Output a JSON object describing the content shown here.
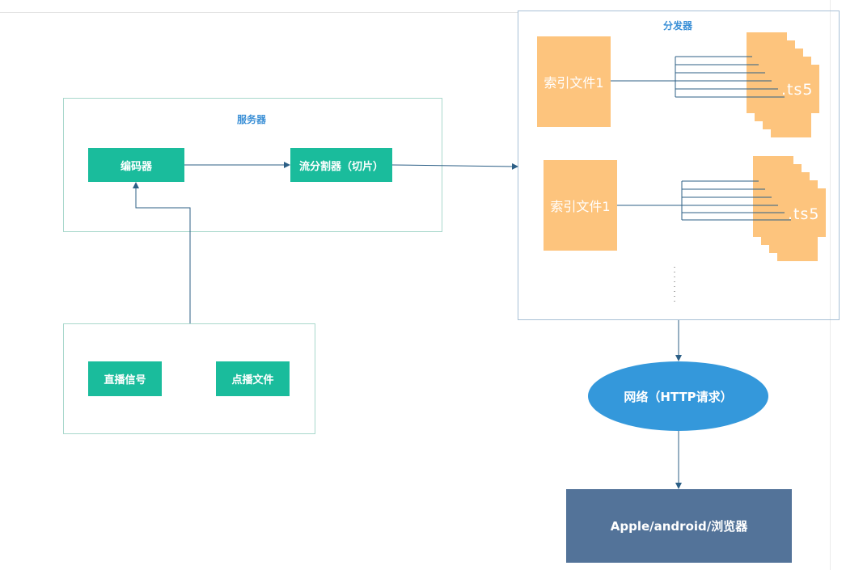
{
  "server": {
    "title": "服务器",
    "encoder": "编码器",
    "segmenter": "流分割器（切片）"
  },
  "sources": {
    "live": "直播信号",
    "vod": "点播文件"
  },
  "distributor": {
    "title": "分发器",
    "index_file_1": "索引文件1",
    "index_file_2": "索引文件1",
    "ts_label_1": ".ts5",
    "ts_label_2": ".ts5"
  },
  "network": "网络（HTTP请求）",
  "clients": "Apple/android/浏览器",
  "colors": {
    "green": "#1abc9c",
    "orange": "#fdc47d",
    "blue": "#3498db",
    "slate": "#537399",
    "title_blue": "#3a8fd6",
    "connector": "#2c5f86"
  }
}
